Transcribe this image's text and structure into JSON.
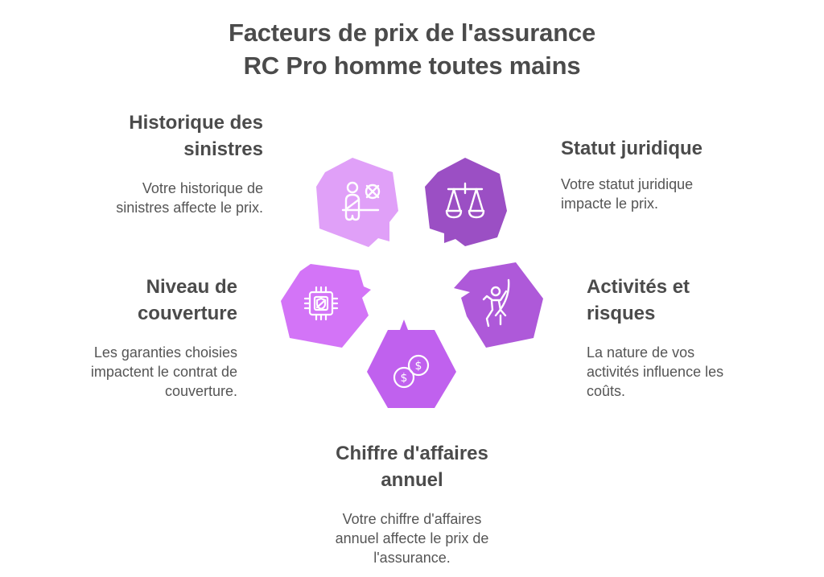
{
  "title": {
    "line1": "Facteurs de prix de l'assurance",
    "line2": "RC Pro homme toutes mains"
  },
  "colors": {
    "historique": "#E0A0F8",
    "statut": "#9B4FC4",
    "couverture": "#D374F7",
    "activites": "#AE59D9",
    "chiffre": "#C061EE",
    "icon_stroke": "#ffffff",
    "text_heading": "#4b4b4b",
    "text_body": "#555555"
  },
  "factors": {
    "historique": {
      "icon": "person-cancel-icon",
      "heading_line1": "Historique des",
      "heading_line2": "sinistres",
      "desc_line1": "Votre historique de",
      "desc_line2": "sinistres affecte le prix."
    },
    "statut": {
      "icon": "scales-icon",
      "heading_line1": "Statut juridique",
      "desc_line1": "Votre statut juridique",
      "desc_line2": "impacte le prix."
    },
    "couverture": {
      "icon": "shield-chip-icon",
      "heading_line1": "Niveau de",
      "heading_line2": "couverture",
      "desc_line1": "Les garanties choisies",
      "desc_line2": "impactent le contrat de",
      "desc_line3": "couverture."
    },
    "activites": {
      "icon": "climber-icon",
      "heading_line1": "Activités et",
      "heading_line2": "risques",
      "desc_line1": "La nature de vos",
      "desc_line2": "activités influence les",
      "desc_line3": "coûts."
    },
    "chiffre": {
      "icon": "coins-dollar-icon",
      "heading_line1": "Chiffre d'affaires",
      "heading_line2": "annuel",
      "desc_line1": "Votre chiffre d'affaires",
      "desc_line2": "annuel affecte le prix de",
      "desc_line3": "l'assurance."
    }
  }
}
